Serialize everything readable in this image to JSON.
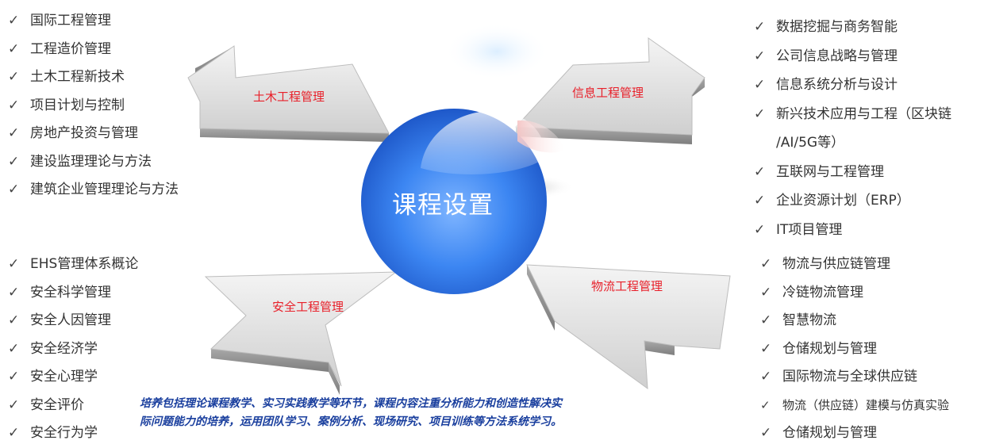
{
  "center": {
    "title": "课程设置"
  },
  "check_glyph": "✓",
  "arrows": {
    "top_left": "土木工程管理",
    "top_right": "信息工程管理",
    "bottom_left": "安全工程管理",
    "bottom_right": "物流工程管理"
  },
  "lists": {
    "civil": [
      "国际工程管理",
      "工程造价管理",
      "土木工程新技术",
      "项目计划与控制",
      "房地产投资与管理",
      "建设监理理论与方法",
      "建筑企业管理理论与方法"
    ],
    "info": [
      "数据挖掘与商务智能",
      "公司信息战略与管理",
      "信息系统分析与设计",
      "新兴技术应用与工程（区块链",
      "/AI/5G等）",
      "互联网与工程管理",
      "企业资源计划（ERP）",
      "IT项目管理"
    ],
    "safety": [
      "EHS管理体系概论",
      "安全科学管理",
      "安全人因管理",
      "安全经济学",
      "安全心理学",
      "安全评价",
      "安全行为学"
    ],
    "logistics": [
      "物流与供应链管理",
      "冷链物流管理",
      "智慧物流",
      "仓储规划与管理",
      "国际物流与全球供应链",
      "物流（供应链）建模与仿真实验",
      "仓储规划与管理"
    ]
  },
  "note": {
    "line1": "培养包括理论课程教学、实习实践教学等环节，课程内容注重分析能力和创造性解决实",
    "line2": "际问题能力的培养，运用团队学习、案例分析、现场研究、项目训练等方法系统学习。"
  },
  "colors": {
    "label_red": "#e8202a",
    "note_blue": "#1a3f9e",
    "sphere_blue": "#3d86f0"
  }
}
